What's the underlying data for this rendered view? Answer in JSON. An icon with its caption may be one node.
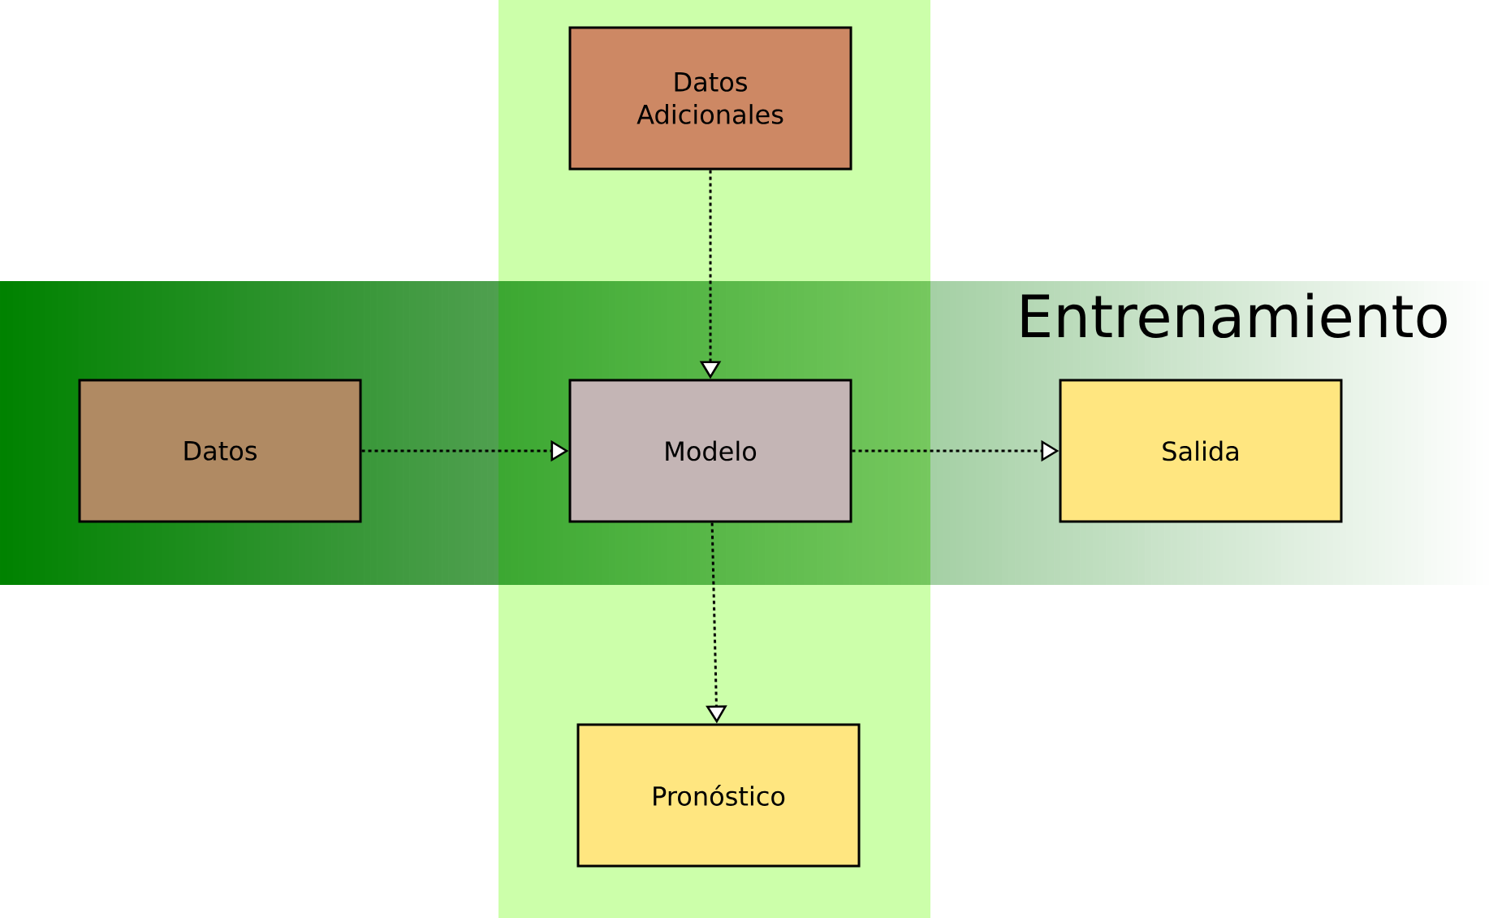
{
  "diagram": {
    "nodes": [
      {
        "text": [
          "Entrenamiento"
        ]
      },
      {
        "text": [
          "Datos Adicionales"
        ]
      },
      {
        "text": [
          "Datos"
        ],
        "in": 0
      },
      {
        "text": [
          "Modelo"
        ],
        "in": 0
      },
      {
        "text": [
          "Salida"
        ],
        "in": 0
      },
      {
        "text": [
          "Pronóstico"
        ]
      }
    ],
    "edges": [
      {
        "from": 1,
        "to": 3,
        "arrow": "to"
      },
      {
        "from": 2,
        "to": 3,
        "arrow": "to"
      },
      {
        "from": 3,
        "to": 4,
        "arrow": "to"
      },
      {
        "from": 3,
        "to": 5,
        "arrow": "to"
      }
    ]
  }
}
